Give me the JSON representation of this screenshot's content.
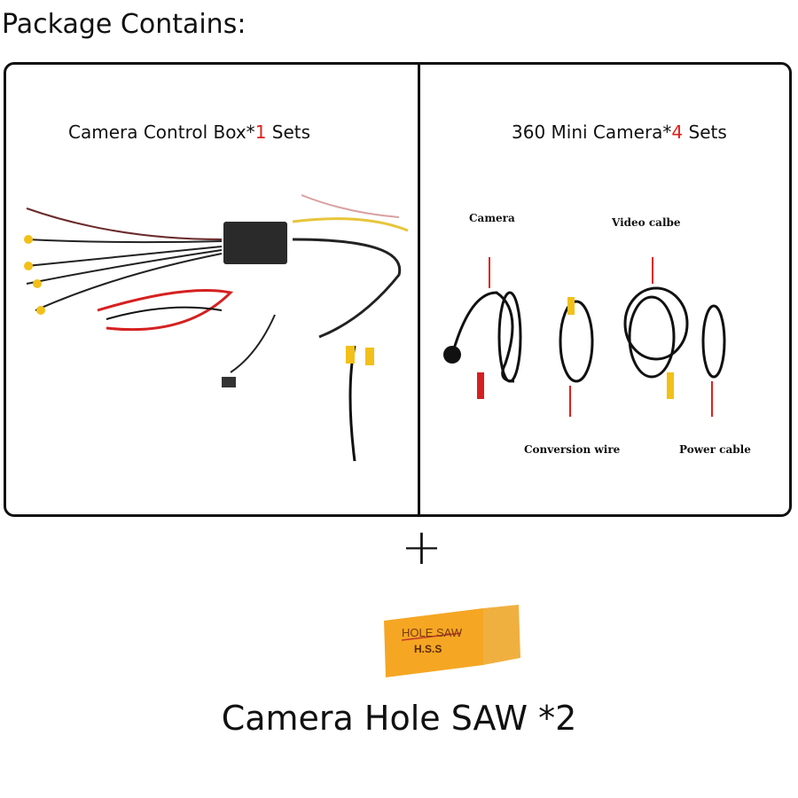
{
  "title": "Package Contains:",
  "left_panel": {
    "caption_prefix": "Camera Control Box*",
    "caption_qty": "1",
    "caption_suffix": " Sets"
  },
  "right_panel": {
    "caption_prefix": "360 Mini Camera*",
    "caption_qty": "4",
    "caption_suffix": " Sets",
    "labels": {
      "camera": "Camera",
      "video": "Video calbe",
      "conversion": "Conversion wire",
      "power": "Power cable"
    }
  },
  "plus": "+",
  "hole_saw": {
    "line1": "HOLE SAW",
    "line2": "H.S.S"
  },
  "bottom_caption": "Camera Hole SAW *2",
  "colors": {
    "accent": "#e0201b",
    "saw": "#f5a623"
  }
}
